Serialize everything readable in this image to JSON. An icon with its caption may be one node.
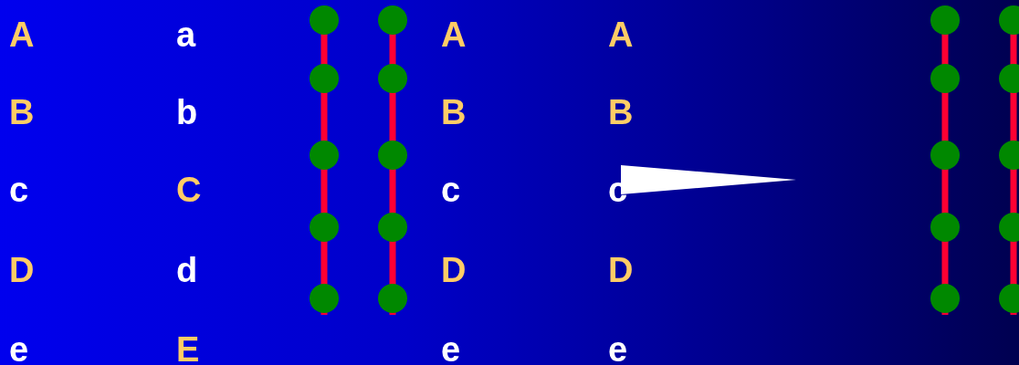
{
  "diagram": {
    "labels": [
      "A",
      "a",
      "A",
      "A",
      "B",
      "b",
      "B",
      "B",
      "c",
      "C",
      "c",
      "c",
      "D",
      "d",
      "D",
      "D",
      "e",
      "E",
      "e",
      "e"
    ]
  }
}
